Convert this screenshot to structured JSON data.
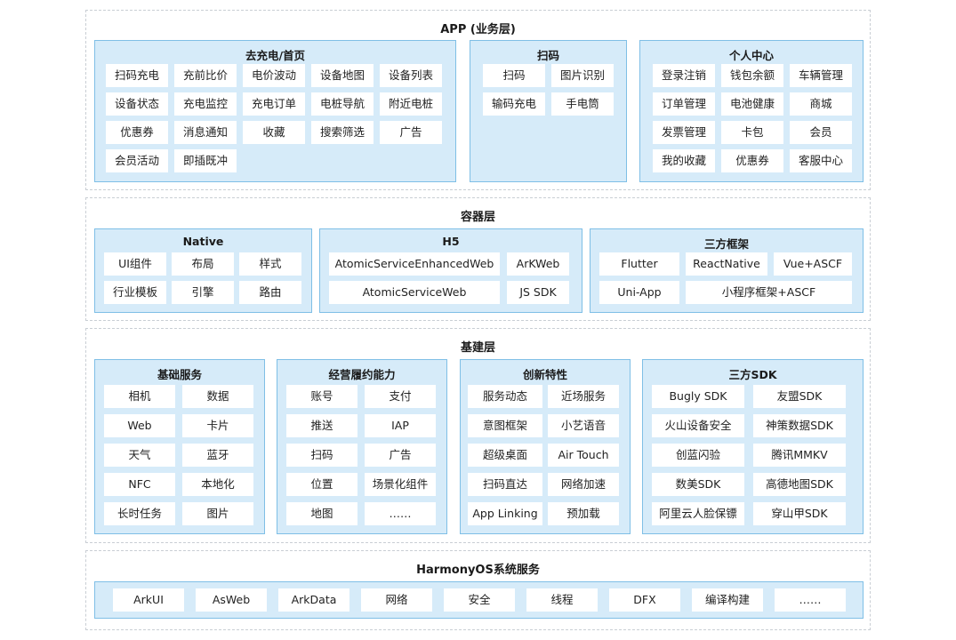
{
  "layers": {
    "app": {
      "title": "APP (业务层)",
      "groups": {
        "charging": {
          "title": "去充电/首页",
          "items": [
            "扫码充电",
            "充前比价",
            "电价波动",
            "设备地图",
            "设备列表",
            "设备状态",
            "充电监控",
            "充电订单",
            "电桩导航",
            "附近电桩",
            "优惠券",
            "消息通知",
            "收藏",
            "搜索筛选",
            "广告",
            "会员活动",
            "即插既冲"
          ]
        },
        "scan": {
          "title": "扫码",
          "items": [
            "扫码",
            "图片识别",
            "输码充电",
            "手电筒"
          ]
        },
        "personal": {
          "title": "个人中心",
          "items": [
            "登录注销",
            "钱包余额",
            "车辆管理",
            "订单管理",
            "电池健康",
            "商城",
            "发票管理",
            "卡包",
            "会员",
            "我的收藏",
            "优惠券",
            "客服中心"
          ]
        }
      }
    },
    "container": {
      "title": "容器层",
      "groups": {
        "native": {
          "title": "Native",
          "items": [
            "UI组件",
            "布局",
            "样式",
            "行业模板",
            "引擎",
            "路由"
          ]
        },
        "h5": {
          "title": "H5",
          "items": [
            "AtomicServiceEnhancedWeb",
            "ArKWeb",
            "AtomicServiceWeb",
            "JS SDK"
          ]
        },
        "third": {
          "title": "三方框架",
          "items": [
            "Flutter",
            "ReactNative",
            "Vue+ASCF",
            "Uni-App",
            "小程序框架+ASCF"
          ]
        }
      }
    },
    "infra": {
      "title": "基建层",
      "groups": {
        "basic": {
          "title": "基础服务",
          "items": [
            "相机",
            "数据",
            "Web",
            "卡片",
            "天气",
            "蓝牙",
            "NFC",
            "本地化",
            "长时任务",
            "图片"
          ]
        },
        "business": {
          "title": "经营履约能力",
          "items": [
            "账号",
            "支付",
            "推送",
            "IAP",
            "扫码",
            "广告",
            "位置",
            "场景化组件",
            "地图",
            "……"
          ]
        },
        "innovation": {
          "title": "创新特性",
          "items": [
            "服务动态",
            "近场服务",
            "意图框架",
            "小艺语音",
            "超级桌面",
            "Air Touch",
            "扫码直达",
            "网络加速",
            "App Linking",
            "预加载"
          ]
        },
        "sdk": {
          "title": "三方SDK",
          "items": [
            "Bugly SDK",
            "友盟SDK",
            "火山设备安全",
            "神策数据SDK",
            "创蓝闪验",
            "腾讯MMKV",
            "数美SDK",
            "高德地图SDK",
            "阿里云人脸保镖",
            "穿山甲SDK"
          ]
        }
      }
    },
    "harmony": {
      "title": "HarmonyOS系统服务",
      "items": [
        "ArkUI",
        "AsWeb",
        "ArkData",
        "网络",
        "安全",
        "线程",
        "DFX",
        "编译构建",
        "……"
      ]
    }
  }
}
